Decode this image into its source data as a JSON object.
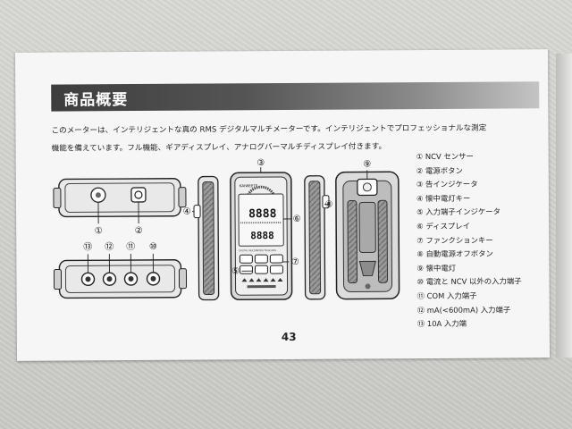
{
  "heading": "商品概要",
  "intro": [
    "このメーターは、インテリジェントな真の RMS デジタルマルチメーターです。インテリジェントでプロフェッショナルな測定",
    "機能を備えています。フル機能、ギアディスプレイ、アナログバーマルチディスプレイ付きます。"
  ],
  "legend": [
    "① NCV センサー",
    "② 電源ボタン",
    "③ 告インジケータ",
    "④ 懐中電灯キー",
    "⑤ 入力端子インジケータ",
    "⑥ ディスプレイ",
    "⑦ ファンクションキー",
    "⑧ 自動電源オフボタン",
    "⑨ 懐中電灯",
    "⑩ 電流と NCV 以外の入力端子",
    "⑪ COM 入力端子",
    "⑫ mA(<600mA) 入力端子",
    "⑬ 10A 入力端"
  ],
  "callouts": [
    "①",
    "②",
    "③",
    "④",
    "⑤",
    "⑥",
    "⑦",
    "⑧",
    "⑨",
    "⑩",
    "⑪",
    "⑫",
    "⑬"
  ],
  "device": {
    "brand": "KAIWEETS",
    "lcd_main": "8888",
    "lcd_sub": "8888",
    "model": "DIGITAL MULTIMETER TRUE RMS"
  },
  "page_number": "43"
}
